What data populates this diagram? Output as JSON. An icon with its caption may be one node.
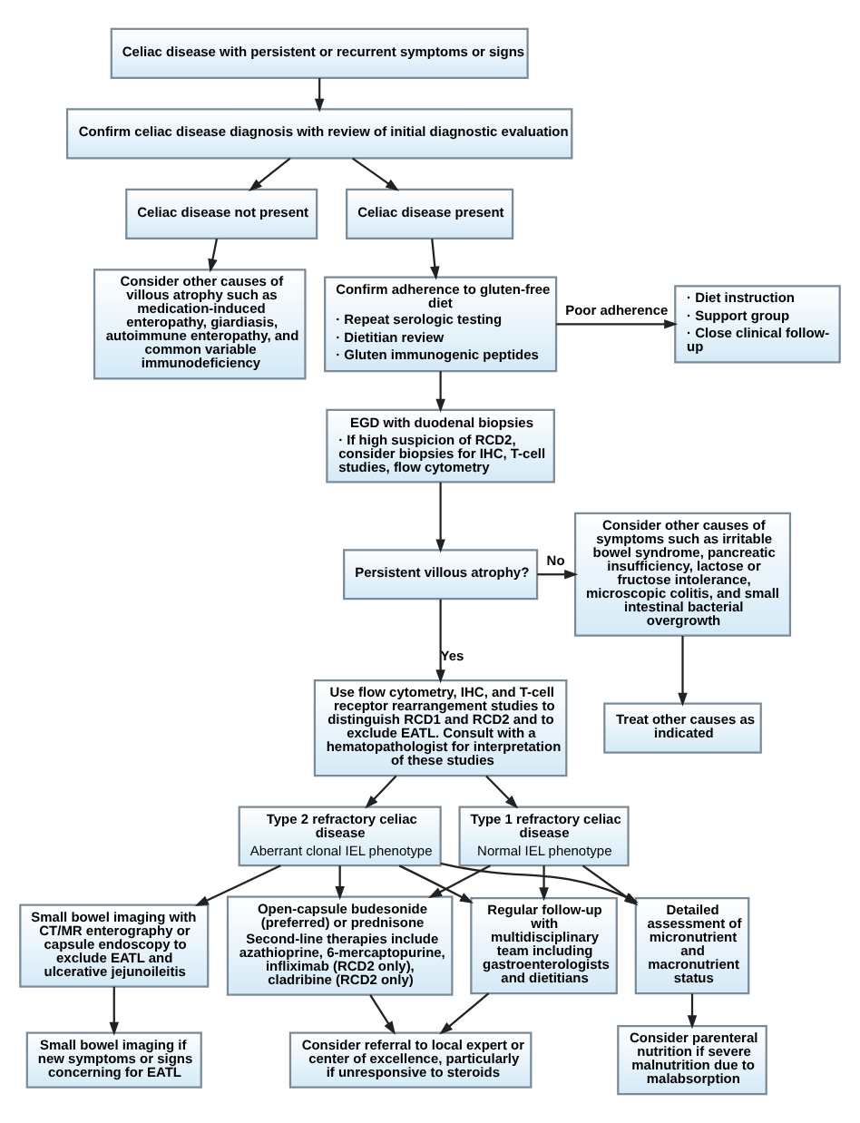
{
  "diagram": {
    "nodes": [
      {
        "text": [
          "Celiac disease with persistent or recurrent symptoms or signs"
        ]
      },
      {
        "text": [
          "Confirm celiac disease diagnosis with review of initial diagnostic evaluation"
        ]
      },
      {
        "text": [
          "Celiac disease not present"
        ]
      },
      {
        "text": [
          "Celiac disease present"
        ]
      },
      {
        "text": [
          "Consider other causes of villous atrophy such as medication-induced enteropathy, giardiasis, autoimmune enteropathy, and common variable immunodeficiency"
        ]
      },
      {
        "text": [
          "Confirm adherence to gluten-free diet",
          "· Repeat serologic testing",
          "· Dietitian review",
          "· Gluten immunogenic peptides"
        ]
      },
      {
        "text": [
          "· Diet instruction",
          "· Support group",
          "· Close clinical follow-up"
        ]
      },
      {
        "text": [
          "EGD with duodenal biopsies",
          "· If high suspicion of RCD2, consider biopsies for IHC, T-cell studies, flow cytometry"
        ]
      },
      {
        "text": [
          "Persistent villous atrophy?"
        ]
      },
      {
        "text": [
          "Consider other causes of symptoms such as irritable bowel syndrome, pancreatic insufficiency, lactose or fructose intolerance, microscopic colitis, and small intestinal bacterial overgrowth"
        ]
      },
      {
        "text": [
          "Use flow cytometry, IHC, and T-cell receptor rearrangement studies to distinguish RCD1 and RCD2 and to exclude EATL. Consult with a hematopathologist for interpretation of these studies"
        ]
      },
      {
        "text": [
          "Treat other causes as indicated"
        ]
      },
      {
        "text": [
          "Type 1 refractory celiac disease",
          "Normal IEL phenotype"
        ]
      },
      {
        "text": [
          "Type 2 refractory celiac disease",
          "Aberrant clonal IEL phenotype"
        ]
      },
      {
        "text": [
          "Detailed assessment of micronutrient and macronutrient status"
        ]
      },
      {
        "text": [
          "Regular follow-up with multidisciplinary team including gastroenterologists and dietitians"
        ]
      },
      {
        "text": [
          "Open-capsule budesonide (preferred) or prednisone",
          "Second-line therapies include azathioprine, 6-mercaptopurine, infliximab (RCD2 only), cladribine (RCD2 only)"
        ]
      },
      {
        "text": [
          "Small bowel imaging with CT/MR enterography or capsule endoscopy to exclude EATL and ulcerative jejunoileitis"
        ]
      },
      {
        "text": [
          "Consider parenteral nutrition if severe malnutrition due to malabsorption"
        ]
      },
      {
        "text": [
          "Consider referral to local expert or center of excellence, particularly if unresponsive to steroids"
        ]
      },
      {
        "text": [
          "Small bowel imaging if new symptoms or signs concerning for EATL"
        ]
      }
    ],
    "edges": [
      {
        "from": 0,
        "to": 1,
        "arrow": "to"
      },
      {
        "from": 1,
        "to": 2,
        "arrow": "to"
      },
      {
        "from": 1,
        "to": 3,
        "arrow": "to"
      },
      {
        "from": 2,
        "to": 4,
        "arrow": "to"
      },
      {
        "from": 3,
        "to": 5,
        "arrow": "to"
      },
      {
        "from": 5,
        "to": 6,
        "arrow": "to",
        "label": "Poor adherence"
      },
      {
        "from": 5,
        "to": 7,
        "arrow": "to"
      },
      {
        "from": 7,
        "to": 8,
        "arrow": "to"
      },
      {
        "from": 8,
        "to": 9,
        "arrow": "to",
        "label": "No"
      },
      {
        "from": 8,
        "to": 10,
        "arrow": "to",
        "label": "Yes"
      },
      {
        "from": 9,
        "to": 11,
        "arrow": "to"
      },
      {
        "from": 10,
        "to": 12,
        "arrow": "to"
      },
      {
        "from": 10,
        "to": 13,
        "arrow": "to"
      },
      {
        "from": 12,
        "to": 14,
        "arrow": "to"
      },
      {
        "from": 12,
        "to": 15,
        "arrow": "to"
      },
      {
        "from": 12,
        "to": 16,
        "arrow": "to"
      },
      {
        "from": 13,
        "to": 14,
        "arrow": "to"
      },
      {
        "from": 13,
        "to": 15,
        "arrow": "to"
      },
      {
        "from": 13,
        "to": 16,
        "arrow": "to"
      },
      {
        "from": 13,
        "to": 17,
        "arrow": "to"
      },
      {
        "from": 14,
        "to": 18,
        "arrow": "to"
      },
      {
        "from": 15,
        "to": 19,
        "arrow": "to"
      },
      {
        "from": 16,
        "to": 19,
        "arrow": "to"
      },
      {
        "from": 17,
        "to": 20,
        "arrow": "to"
      }
    ]
  }
}
